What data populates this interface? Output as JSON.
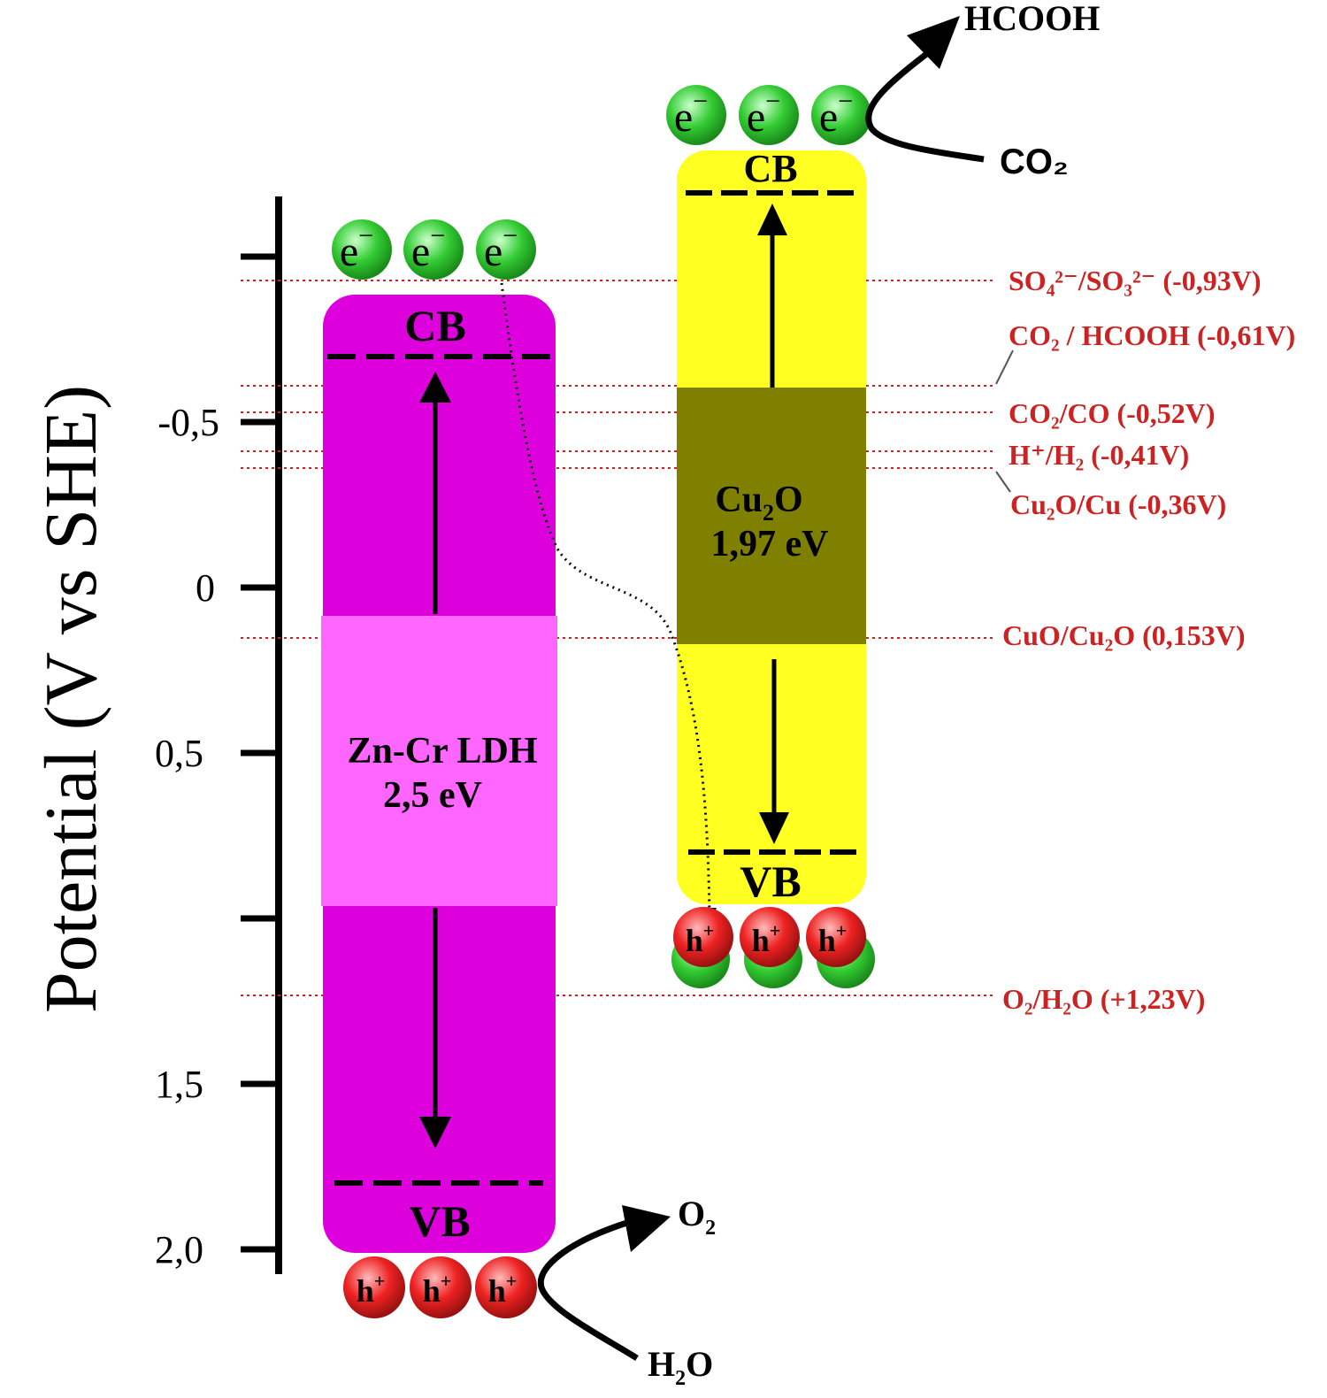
{
  "axis": {
    "label": "Potential (V vs SHE)",
    "ticks": [
      "-0,5",
      "0",
      "0,5",
      "1,5",
      "2,0"
    ]
  },
  "ldh": {
    "cb_label": "CB",
    "vb_label": "VB",
    "name": "Zn-Cr LDH",
    "gap": "2,5 eV",
    "product_top": "O",
    "product_top_sub": "2",
    "reactant": "H",
    "reactant_sub": "2",
    "reactant_tail": "O"
  },
  "cu2o": {
    "cb_label": "CB",
    "vb_label": "VB",
    "name_main": "Cu",
    "name_sub": "2",
    "name_tail": "O",
    "gap": "1,97 eV",
    "product": "HCOOH",
    "reactant": "CO₂"
  },
  "carriers": {
    "electron": "e",
    "electron_sup": "−",
    "hole": "h",
    "hole_sup": "+"
  },
  "potentials": {
    "so4": "SO₄²⁻/SO₃²⁻ (-0,93V)",
    "co2_hcooh": "CO₂ / HCOOH (-0,61V)",
    "co2_co": "CO₂/CO (-0,52V)",
    "h_h2": "H⁺/H₂ (-0,41V)",
    "cu2o_cu": "Cu₂O/Cu (-0,36V)",
    "cuo_cu2o": "CuO/Cu₂O (0,153V)",
    "o2_h2o": "O₂/H₂O (+1,23V)"
  },
  "colors": {
    "ldh_band": "#dd00dd",
    "ldh_gap": "#ff66ff",
    "cu2o_band": "#ffff22",
    "cu2o_gap": "#7f7f00",
    "electron": "#33cc33",
    "hole": "#ee2222",
    "redox_line": "#cc2222"
  }
}
